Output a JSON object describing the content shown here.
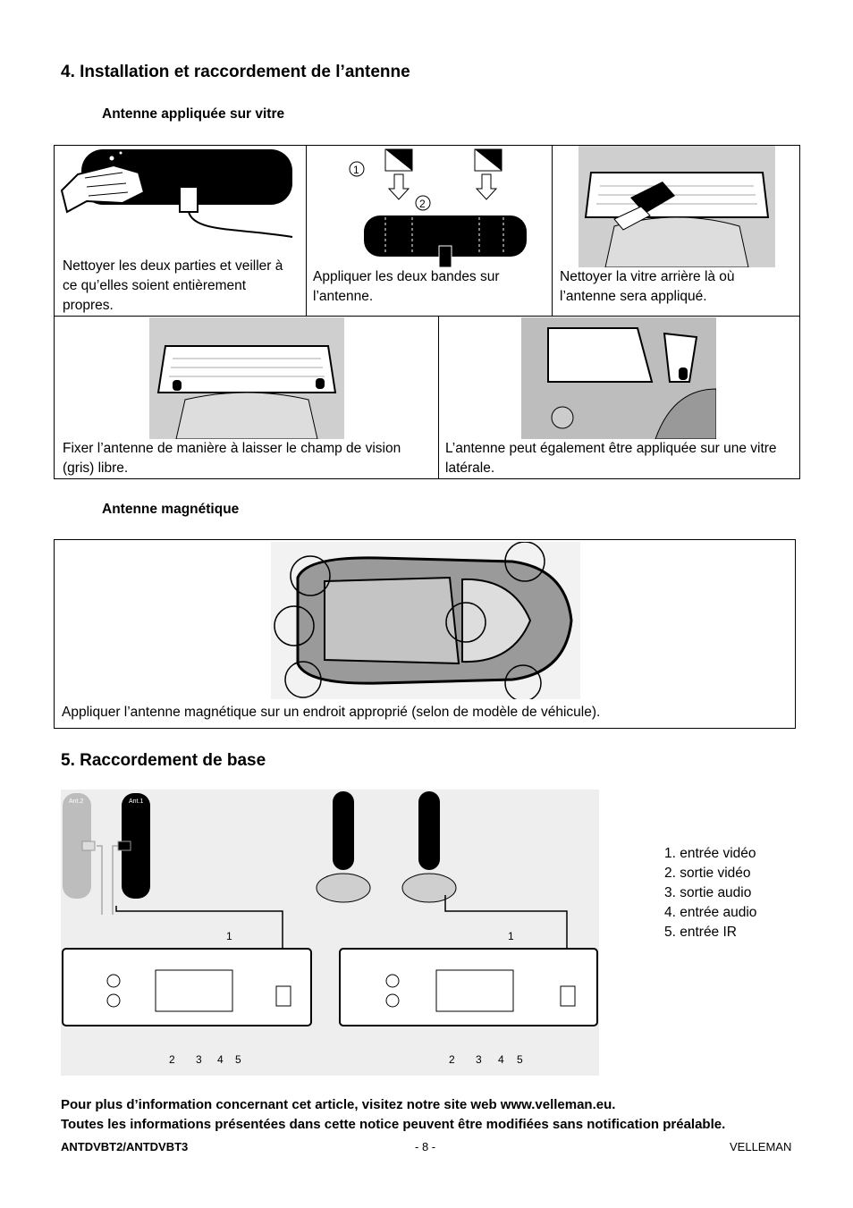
{
  "section4": {
    "title": "4. Installation et raccordement de l’antenne",
    "sub_window": "Antenne appliquée sur vitre",
    "cells_row1": [
      "Nettoyer les deux parties et veiller à ce qu’elles soient entièrement propres.",
      "Appliquer les deux bandes sur l’antenne.",
      "Nettoyer la vitre arrière là où l’antenne sera appliqué."
    ],
    "cells_row2": [
      "Fixer l’antenne de manière à laisser le champ de vision (gris) libre.",
      "L’antenne peut également être appliquée sur une vitre latérale."
    ],
    "step_markers": [
      "1",
      "2"
    ],
    "sub_magnetic": "Antenne magnétique",
    "magnetic_text": "Appliquer l’antenne magnétique sur un endroit approprié (selon de modèle de véhicule)."
  },
  "section5": {
    "title": "5. Raccordement de base",
    "ant_labels": [
      "Ant.2",
      "Ant.1"
    ],
    "diagram_labels": {
      "one": "1",
      "two": "2",
      "three": "3",
      "four": "4",
      "five": "5"
    },
    "legend": [
      "1. entrée vidéo",
      "2. sortie vidéo",
      "3. sortie audio",
      "4. entrée audio",
      "5. entrée IR"
    ]
  },
  "footer": {
    "line1": "Pour plus d’information concernant cet article, visitez notre site web www.velleman.eu.",
    "line2": "Toutes les informations présentées dans cette notice peuvent être modifiées sans notification préalable.",
    "model": "ANTDVBT2/ANTDVBT3",
    "page": "- 8 -",
    "brand": "VELLEMAN"
  }
}
